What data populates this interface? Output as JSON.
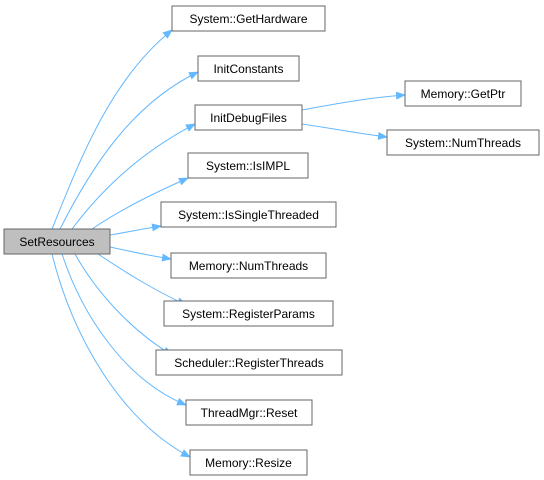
{
  "colors": {
    "edge": "#63b8ff",
    "node_fill": "#ffffff",
    "root_fill": "#bfbfbf",
    "node_border": "#666666"
  },
  "nodes": {
    "set_resources": "SetResources",
    "get_hardware": "System::GetHardware",
    "init_constants": "InitConstants",
    "init_debug_files": "InitDebugFiles",
    "get_ptr": "Memory::GetPtr",
    "system_num_threads": "System::NumThreads",
    "is_impl": "System::IsIMPL",
    "is_single_threaded": "System::IsSingleThreaded",
    "memory_num_threads": "Memory::NumThreads",
    "register_params": "System::RegisterParams",
    "register_threads": "Scheduler::RegisterThreads",
    "thread_mgr_reset": "ThreadMgr::Reset",
    "memory_resize": "Memory::Resize"
  }
}
